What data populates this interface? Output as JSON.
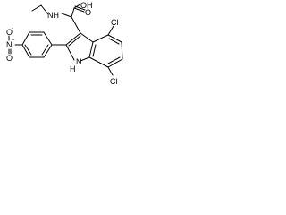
{
  "molecule": {
    "labels": {
      "oh": "OH",
      "o_carbonyl": "O",
      "nh": "NH",
      "cl_upper": "Cl",
      "cl_lower": "Cl",
      "n_nitro": "N",
      "n_nitro_charge": "+",
      "o_nitro_top": "O",
      "o_nitro_top_charge": "-",
      "o_nitro_bottom": "O",
      "indole_nh": "N",
      "indole_h": "H"
    }
  }
}
